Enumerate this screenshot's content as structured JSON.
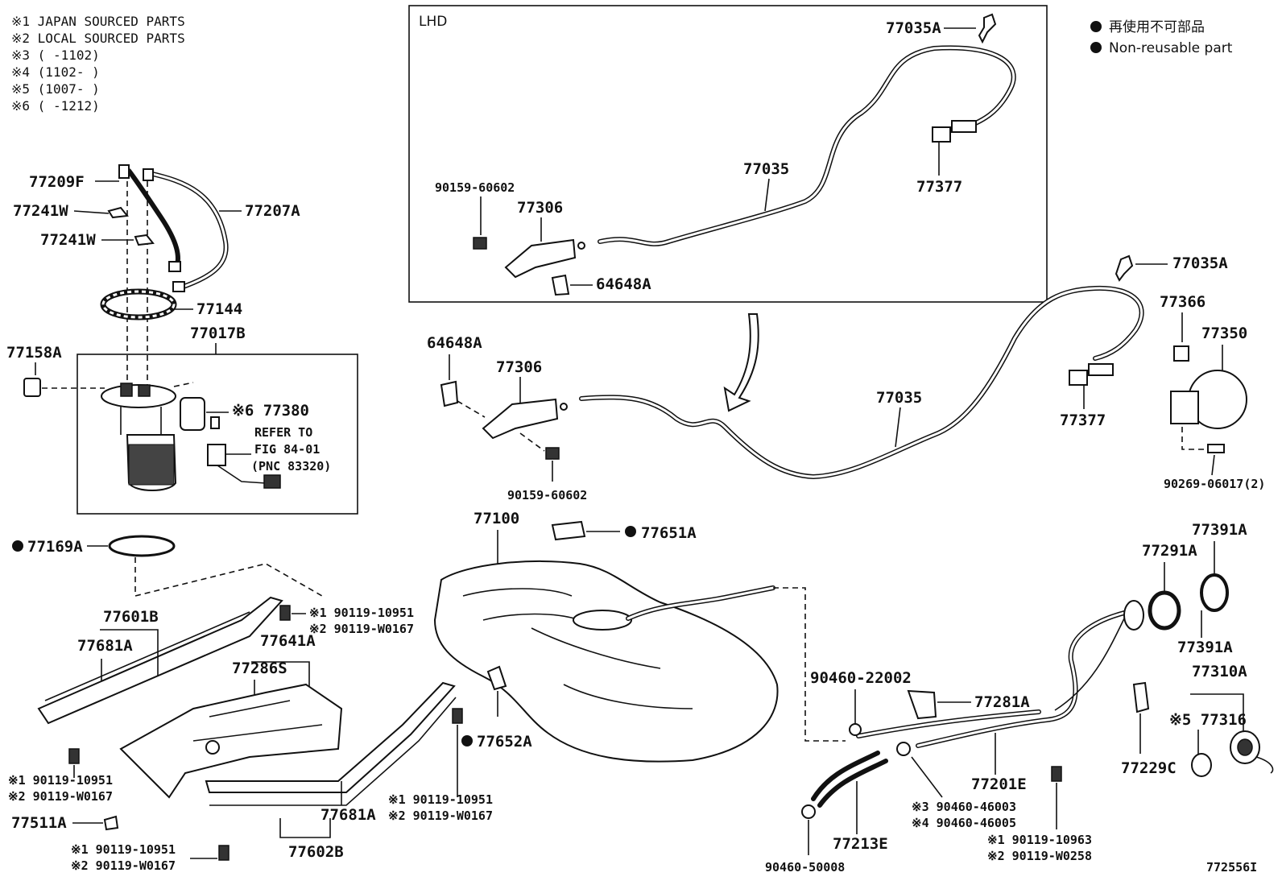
{
  "notes": [
    "※1 JAPAN SOURCED PARTS",
    "※2 LOCAL SOURCED PARTS",
    "※3 (    -1102)",
    "※4 (1102-    )",
    "※5 (1007-    )",
    "※6 (    -1212)"
  ],
  "legend": {
    "jp": "再使用不可部品",
    "en": "Non-reusable part"
  },
  "lhd_label": "LHD",
  "labels": {
    "p77035A_a": "77035A",
    "p77035_a": "77035",
    "p77377_a": "77377",
    "p90159_a": "90159-60602",
    "p77306_a": "77306",
    "p64648A_a": "64648A",
    "p77209F": "77209F",
    "p77207A": "77207A",
    "p77241W_a": "77241W",
    "p77241W_b": "77241W",
    "p77144": "77144",
    "p77017B": "77017B",
    "p77158A": "77158A",
    "p77380": "※6 77380",
    "refer1": "REFER TO",
    "refer2": "FIG 84-01",
    "refer3": "(PNC 83320)",
    "p77035A_b": "77035A",
    "p77366": "77366",
    "p77350": "77350",
    "p64648A_b": "64648A",
    "p77306_b": "77306",
    "p77035_b": "77035",
    "p77377_b": "77377",
    "p90159_b": "90159-60602",
    "p90269": "90269-06017(2)",
    "p77169A": "77169A",
    "p77100": "77100",
    "p77651A": "77651A",
    "p77391A_a": "77391A",
    "p77291A": "77291A",
    "p77391A_b": "77391A",
    "p77601B": "77601B",
    "p77681A_a": "77681A",
    "p77641A": "77641A",
    "p77286S": "77286S",
    "b1_1": "※1 90119-10951",
    "b1_2": "※2 90119-W0167",
    "p90460_22002": "90460-22002",
    "p77281A": "77281A",
    "p77310A": "77310A",
    "p77316": "※5 77316",
    "p77652A": "77652A",
    "b2_1": "※1 90119-10951",
    "b2_2": "※2 90119-W0167",
    "b3_1": "※1 90119-10951",
    "b3_2": "※2 90119-W0167",
    "p77511A": "77511A",
    "b4_1": "※1 90119-10951",
    "b4_2": "※2 90119-W0167",
    "p77681A_b": "77681A",
    "p77602B": "77602B",
    "p77229C": "77229C",
    "p77201E": "77201E",
    "p90460_46003": "※3 90460-46003",
    "p90460_46005": "※4 90460-46005",
    "p77213E": "77213E",
    "p90460_50008": "90460-50008",
    "b5_1": "※1 90119-10963",
    "b5_2": "※2 90119-W0258",
    "ref_code": "772556I"
  }
}
